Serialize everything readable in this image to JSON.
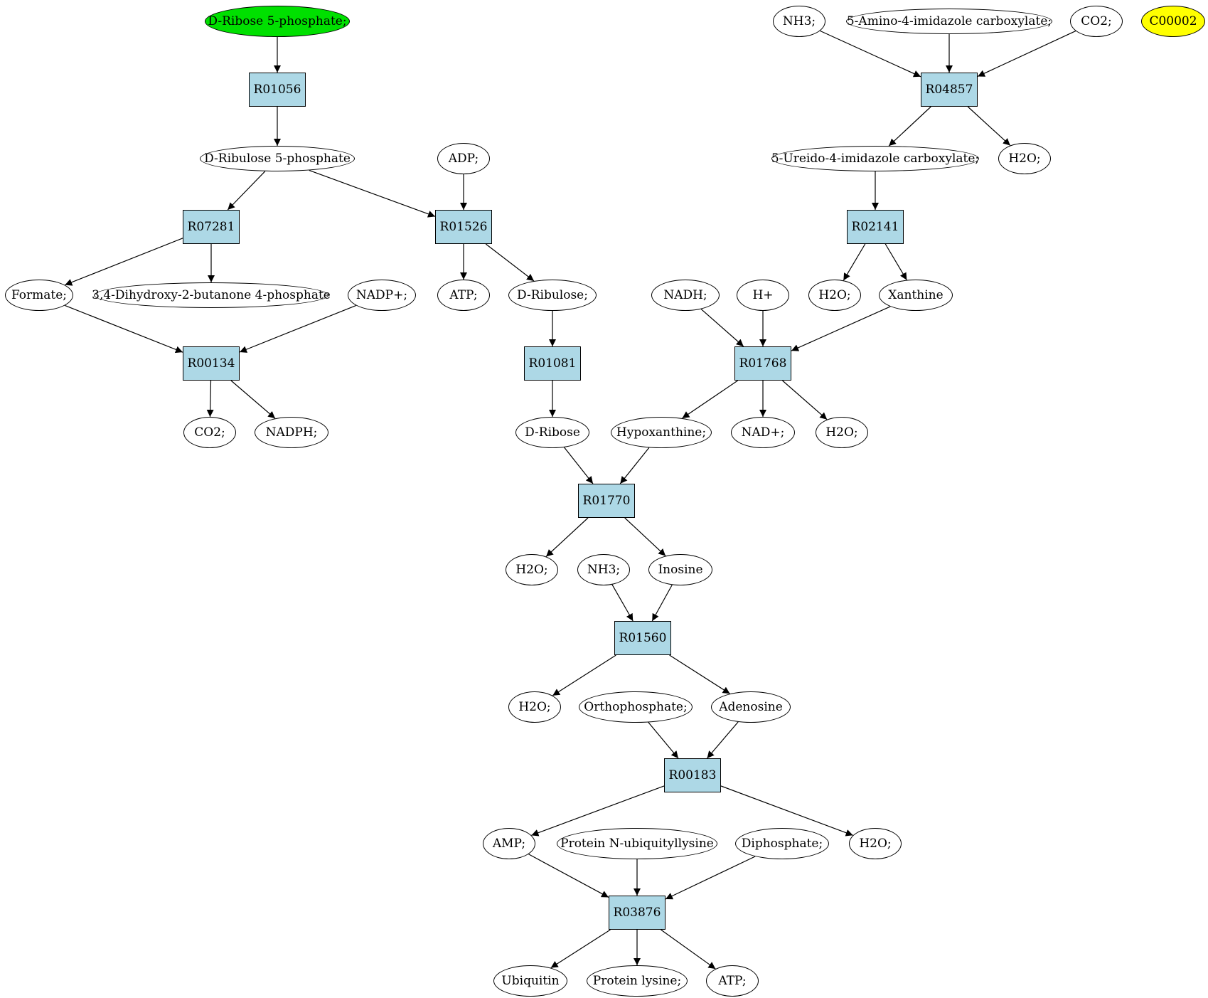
{
  "graph": {
    "nodes": [
      {
        "id": "n_ribose5p",
        "kind": "compound",
        "label": "D-Ribose 5-phosphate;",
        "fill": "#00e000"
      },
      {
        "id": "n_r01056",
        "kind": "reaction",
        "label": "R01056"
      },
      {
        "id": "n_ribulose5p",
        "kind": "compound",
        "label": "D-Ribulose 5-phosphate"
      },
      {
        "id": "n_adp",
        "kind": "compound",
        "label": "ADP;"
      },
      {
        "id": "n_r07281",
        "kind": "reaction",
        "label": "R07281"
      },
      {
        "id": "n_r01526",
        "kind": "reaction",
        "label": "R01526"
      },
      {
        "id": "n_formate",
        "kind": "compound",
        "label": "Formate;"
      },
      {
        "id": "n_dhbp",
        "kind": "compound",
        "label": "3,4-Dihydroxy-2-butanone 4-phosphate"
      },
      {
        "id": "n_nadp",
        "kind": "compound",
        "label": "NADP+;"
      },
      {
        "id": "n_atp1",
        "kind": "compound",
        "label": "ATP;"
      },
      {
        "id": "n_ribulose",
        "kind": "compound",
        "label": "D-Ribulose;"
      },
      {
        "id": "n_r00134",
        "kind": "reaction",
        "label": "R00134"
      },
      {
        "id": "n_co2a",
        "kind": "compound",
        "label": "CO2;"
      },
      {
        "id": "n_nadph",
        "kind": "compound",
        "label": "NADPH;"
      },
      {
        "id": "n_r01081",
        "kind": "reaction",
        "label": "R01081"
      },
      {
        "id": "n_ribose",
        "kind": "compound",
        "label": "D-Ribose"
      },
      {
        "id": "n_nh3a",
        "kind": "compound",
        "label": "NH3;"
      },
      {
        "id": "n_aicx",
        "kind": "compound",
        "label": "5-Amino-4-imidazole carboxylate;"
      },
      {
        "id": "n_co2b",
        "kind": "compound",
        "label": "CO2;"
      },
      {
        "id": "n_c00002",
        "kind": "compound",
        "label": "C00002",
        "fill": "#ffff00"
      },
      {
        "id": "n_r04857",
        "kind": "reaction",
        "label": "R04857"
      },
      {
        "id": "n_uicx",
        "kind": "compound",
        "label": "5-Ureido-4-imidazole carboxylate;"
      },
      {
        "id": "n_h2o_a",
        "kind": "compound",
        "label": "H2O;"
      },
      {
        "id": "n_r02141",
        "kind": "reaction",
        "label": "R02141"
      },
      {
        "id": "n_nadh",
        "kind": "compound",
        "label": "NADH;"
      },
      {
        "id": "n_hplus",
        "kind": "compound",
        "label": "H+"
      },
      {
        "id": "n_h2o_b",
        "kind": "compound",
        "label": "H2O;"
      },
      {
        "id": "n_xanthine",
        "kind": "compound",
        "label": "Xanthine"
      },
      {
        "id": "n_r01768",
        "kind": "reaction",
        "label": "R01768"
      },
      {
        "id": "n_hypox",
        "kind": "compound",
        "label": "Hypoxanthine;"
      },
      {
        "id": "n_nad",
        "kind": "compound",
        "label": "NAD+;"
      },
      {
        "id": "n_h2o_c",
        "kind": "compound",
        "label": "H2O;"
      },
      {
        "id": "n_r01770",
        "kind": "reaction",
        "label": "R01770"
      },
      {
        "id": "n_h2o_d",
        "kind": "compound",
        "label": "H2O;"
      },
      {
        "id": "n_nh3b",
        "kind": "compound",
        "label": "NH3;"
      },
      {
        "id": "n_inosine",
        "kind": "compound",
        "label": "Inosine"
      },
      {
        "id": "n_r01560",
        "kind": "reaction",
        "label": "R01560"
      },
      {
        "id": "n_h2o_e",
        "kind": "compound",
        "label": "H2O;"
      },
      {
        "id": "n_ortho",
        "kind": "compound",
        "label": "Orthophosphate;"
      },
      {
        "id": "n_adenosine",
        "kind": "compound",
        "label": "Adenosine"
      },
      {
        "id": "n_r00183",
        "kind": "reaction",
        "label": "R00183"
      },
      {
        "id": "n_amp",
        "kind": "compound",
        "label": "AMP;"
      },
      {
        "id": "n_pnul",
        "kind": "compound",
        "label": "Protein N-ubiquityllysine"
      },
      {
        "id": "n_diphos",
        "kind": "compound",
        "label": "Diphosphate;"
      },
      {
        "id": "n_h2o_f",
        "kind": "compound",
        "label": "H2O;"
      },
      {
        "id": "n_r03876",
        "kind": "reaction",
        "label": "R03876"
      },
      {
        "id": "n_ubiquitin",
        "kind": "compound",
        "label": "Ubiquitin"
      },
      {
        "id": "n_plys",
        "kind": "compound",
        "label": "Protein lysine;"
      },
      {
        "id": "n_atp2",
        "kind": "compound",
        "label": "ATP;"
      }
    ],
    "edges": [
      [
        "n_ribose5p",
        "n_r01056"
      ],
      [
        "n_r01056",
        "n_ribulose5p"
      ],
      [
        "n_ribulose5p",
        "n_r07281"
      ],
      [
        "n_ribulose5p",
        "n_r01526"
      ],
      [
        "n_adp",
        "n_r01526"
      ],
      [
        "n_r07281",
        "n_formate"
      ],
      [
        "n_r07281",
        "n_dhbp"
      ],
      [
        "n_r01526",
        "n_atp1"
      ],
      [
        "n_r01526",
        "n_ribulose"
      ],
      [
        "n_formate",
        "n_r00134"
      ],
      [
        "n_nadp",
        "n_r00134"
      ],
      [
        "n_r00134",
        "n_co2a"
      ],
      [
        "n_r00134",
        "n_nadph"
      ],
      [
        "n_ribulose",
        "n_r01081"
      ],
      [
        "n_r01081",
        "n_ribose"
      ],
      [
        "n_nh3a",
        "n_r04857"
      ],
      [
        "n_aicx",
        "n_r04857"
      ],
      [
        "n_co2b",
        "n_r04857"
      ],
      [
        "n_r04857",
        "n_uicx"
      ],
      [
        "n_r04857",
        "n_h2o_a"
      ],
      [
        "n_uicx",
        "n_r02141"
      ],
      [
        "n_r02141",
        "n_h2o_b"
      ],
      [
        "n_r02141",
        "n_xanthine"
      ],
      [
        "n_nadh",
        "n_r01768"
      ],
      [
        "n_hplus",
        "n_r01768"
      ],
      [
        "n_xanthine",
        "n_r01768"
      ],
      [
        "n_r01768",
        "n_hypox"
      ],
      [
        "n_r01768",
        "n_nad"
      ],
      [
        "n_r01768",
        "n_h2o_c"
      ],
      [
        "n_ribose",
        "n_r01770"
      ],
      [
        "n_hypox",
        "n_r01770"
      ],
      [
        "n_r01770",
        "n_h2o_d"
      ],
      [
        "n_r01770",
        "n_inosine"
      ],
      [
        "n_nh3b",
        "n_r01560"
      ],
      [
        "n_inosine",
        "n_r01560"
      ],
      [
        "n_r01560",
        "n_h2o_e"
      ],
      [
        "n_r01560",
        "n_adenosine"
      ],
      [
        "n_ortho",
        "n_r00183"
      ],
      [
        "n_adenosine",
        "n_r00183"
      ],
      [
        "n_r00183",
        "n_amp"
      ],
      [
        "n_r00183",
        "n_h2o_f"
      ],
      [
        "n_amp",
        "n_r03876"
      ],
      [
        "n_pnul",
        "n_r03876"
      ],
      [
        "n_diphos",
        "n_r03876"
      ],
      [
        "n_r03876",
        "n_ubiquitin"
      ],
      [
        "n_r03876",
        "n_plys"
      ],
      [
        "n_r03876",
        "n_atp2"
      ]
    ]
  }
}
